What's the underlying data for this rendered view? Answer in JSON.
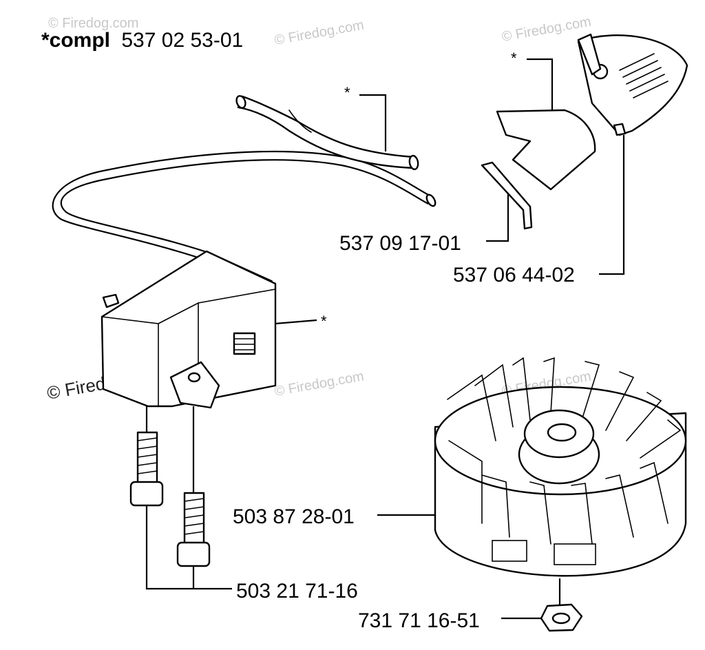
{
  "header": {
    "title_prefix": "*compl",
    "title_number": "537 02 53-01"
  },
  "parts": [
    {
      "number": "537 09 17-01"
    },
    {
      "number": "537 06 44-02"
    },
    {
      "number": "503 87 28-01"
    },
    {
      "number": "503 21 71-16"
    },
    {
      "number": "731 71 16-51"
    }
  ],
  "markers": {
    "asterisk": "*"
  },
  "watermark": {
    "text": "© Firedog.com"
  }
}
